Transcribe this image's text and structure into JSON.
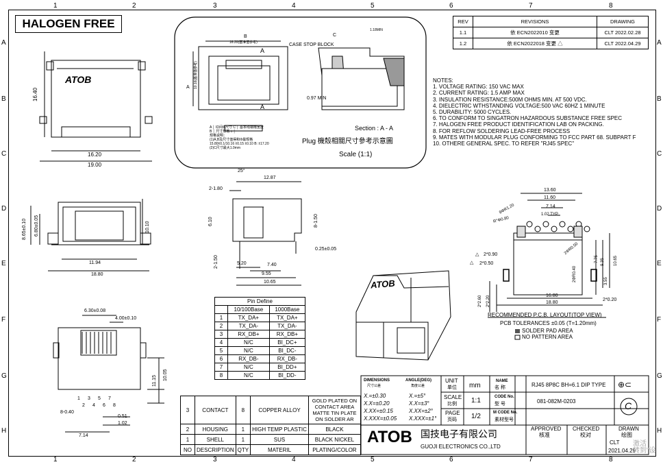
{
  "halogen_label": "HALOGEN FREE",
  "grid": {
    "top_cols": [
      "1",
      "2",
      "3",
      "4",
      "5",
      "6",
      "7",
      "8"
    ],
    "side_rows": [
      "A",
      "B",
      "C",
      "D",
      "E",
      "F",
      "G",
      "H"
    ]
  },
  "revisions": {
    "headers": [
      "REV",
      "REVISIONS",
      "DRAWING"
    ],
    "rows": [
      {
        "rev": "1.1",
        "text": "依 ECN2022010 变更",
        "drawing": "CLT  2022.02.28"
      },
      {
        "rev": "1.2",
        "text": "依 ECN2022018 变更",
        "drawing": "CLT  2022.04.29"
      }
    ]
  },
  "notes": {
    "title": "NOTES:",
    "items": [
      "1.  VOLTAGE RATING: 150 VAC MAX",
      "2.  CURRENT RATING: 1.5 AMP MAX",
      "3.  INSULATION RESISTANCE:500M OHMS MIN. AT 500 VDC.",
      "4.  DIELECTRIC WTHSTANDING VOLTAGE:500 VAC 60HZ 1 MINUTE",
      "5.  DURABILITY: 5000 CYCLES.",
      "6.  TO CONFORM TO SINGATRON HAZARDOUS SUBSTANCE FREE SPEC",
      "7.  HALOGEN FREE PRODUCT IDENTIFICATION LAB ON PACKING.",
      "8.  FOR REFLOW SOLDERING LEAD-FREE PROCESS",
      "9.  MATES WITH MODULAR PLUG CONFORMING TO FCC PART 68. SUBPART F",
      "10.  OTHERE GENERAL SPEC. TO REFER \"RJ45 SPEC\""
    ]
  },
  "plug": {
    "title": "Plug 機殼相關尺寸參考示意圖",
    "scale": "Scale (1:1)",
    "case_stop": "CASE STOP BLOCK",
    "section": "Section : A - A",
    "dims": {
      "b": "B",
      "b_sub": "16.20(基准值参考)",
      "a": "A",
      "a_sub": "10.16(基准值参考)",
      "c": "C",
      "min": "1.18MIN",
      "min2": "0.97 MIN",
      "arrow_a": "A"
    },
    "box_rows": [
      "A │ ID间Φ尺寸  C │ 基本线端槽宽度",
      "B │ 尺寸规格 ± │",
      "规格说明：",
      "(1)A,B及尺寸值得和Φ最规格",
      "  15.80±0.1/10.16 ±0.15 ±0.10 B: ±17.20",
      "(2)C尺寸最大1.0mm"
    ]
  },
  "front_view": {
    "logo": "ATOB",
    "h": "16.40",
    "w1": "16.20",
    "w2": "19.00"
  },
  "side_view": {
    "angle": "25°",
    "w": "12.87",
    "d1": "2-1.80",
    "h1": "6.10",
    "h2": "8-1.50",
    "h3": "2-1.50",
    "d2": "0.25±0.05",
    "w3": "5.20",
    "w4": "7.40",
    "w5": "9.55",
    "w6": "10.65"
  },
  "end_view": {
    "h1": "8.65±0.10",
    "h2": "6.80±0.05",
    "h3": "10.10",
    "w1": "11.94",
    "w2": "18.80"
  },
  "bottom_view": {
    "d1": "6.30±0.08",
    "d2": "4.00±0.10",
    "h1": "10.05",
    "h2": "11.15",
    "p": "8-0.40",
    "w1": "0.51",
    "w2": "1.02",
    "w3": "7.14",
    "pins": [
      "1",
      "3",
      "5",
      "7",
      "2",
      "4",
      "6",
      "8"
    ]
  },
  "iso_logo": "ATOB",
  "pcb": {
    "dims": {
      "w1": "13.60",
      "w2": "11.60",
      "w3": "7.14",
      "w4": "1.02 TYP.",
      "r1": "8ΦR1.20",
      "r2": "R°Φ0.80",
      "r3": "2ΦR0.50",
      "h1": "9.35",
      "h2": "7.75",
      "h3": "10.65",
      "h4": "3.55",
      "h5": "2ΦR0.40",
      "h6": "2*2.60",
      "h7": "2*2.20",
      "d1": "2*0.90",
      "d2": "2*0.50",
      "b1": "16.80",
      "b2": "18.80",
      "d3": "2*0.20"
    },
    "caption": "RECOMMENDED P.C.B. LAYOUT(TOP VIEW)",
    "tol": "PCB TOLERANCES ±0.05 (T=1.20mm)",
    "leg1": "SOLDER PAD AREA",
    "leg2": "NO PATTERN AREA"
  },
  "pin_define": {
    "title": "Pin Define",
    "headers": [
      "",
      "10/100Base",
      "1000Base"
    ],
    "rows": [
      [
        "1",
        "TX_DA+",
        "TX_DA+"
      ],
      [
        "2",
        "TX_DA-",
        "TX_DA-"
      ],
      [
        "3",
        "RX_DB+",
        "RX_DB+"
      ],
      [
        "4",
        "N/C",
        "BI_DC+"
      ],
      [
        "5",
        "N/C",
        "BI_DC-"
      ],
      [
        "6",
        "RX_DB-",
        "RX_DB-"
      ],
      [
        "7",
        "N/C",
        "BI_DD+"
      ],
      [
        "8",
        "N/C",
        "BI_DD-"
      ]
    ]
  },
  "bom": {
    "rows": [
      [
        "3",
        "CONTACT",
        "8",
        "COPPER ALLOY",
        "GOLD PLATED ON CONTACT AREA MATTE TIN PLATE ON SOLDER AR"
      ],
      [
        "2",
        "HOUSING",
        "1",
        "HIGH TEMP PLASTIC",
        "BLACK"
      ],
      [
        "1",
        "SHELL",
        "1",
        "SUS",
        "BLACK NICKEL"
      ],
      [
        "NO",
        "DESCRIPTION",
        "QTY",
        "MATERIL",
        "PLATING/COLOR"
      ]
    ]
  },
  "title_block": {
    "dim_label": "DIMENSIONS",
    "dim_sub": "尺寸公差",
    "ang_label": "ANGLE(DEG)",
    "ang_sub": "角度公差",
    "tols": [
      "X.=±0.30",
      "X.X=±0.20",
      "X.XX=±0.15",
      "X.XXX=±0.05"
    ],
    "ang_tols": [
      "X.=±5°",
      "X.X=±3°",
      "X.XX=±2°",
      "X.XXX=±1°"
    ],
    "unit_label": "UNIT",
    "unit_sub": "单位",
    "unit": "mm",
    "scale_label": "SCALE",
    "scale_sub": "比例",
    "scale": "1:1",
    "page_label": "PAGE",
    "page_sub": "页码",
    "page": "1/2",
    "name_label": "NAME",
    "name_sub": "名    称",
    "name": "RJ45 8P8C BH=6.1 DIP TYPE",
    "code_label": "CODE No.",
    "code_sub": "型    号",
    "code": "081-082M-0203",
    "mcode_label": "M CODE No.",
    "mcode_sub": "素材型号",
    "company_logo": "ATOB",
    "company_cn": "国技电子有限公司",
    "company_en": "GUOJI ELECTRONICS CO.,LTD",
    "approved": "APPROVED",
    "approved_sub": "核准",
    "checked": "CHECKED",
    "checked_sub": "校对",
    "drawn": "DRAWN",
    "drawn_sub": "绘图",
    "drawn_by": "CLT",
    "date": "2021.04.29",
    "c_mark": "C"
  },
  "watermark": "激活\n转到\"设"
}
